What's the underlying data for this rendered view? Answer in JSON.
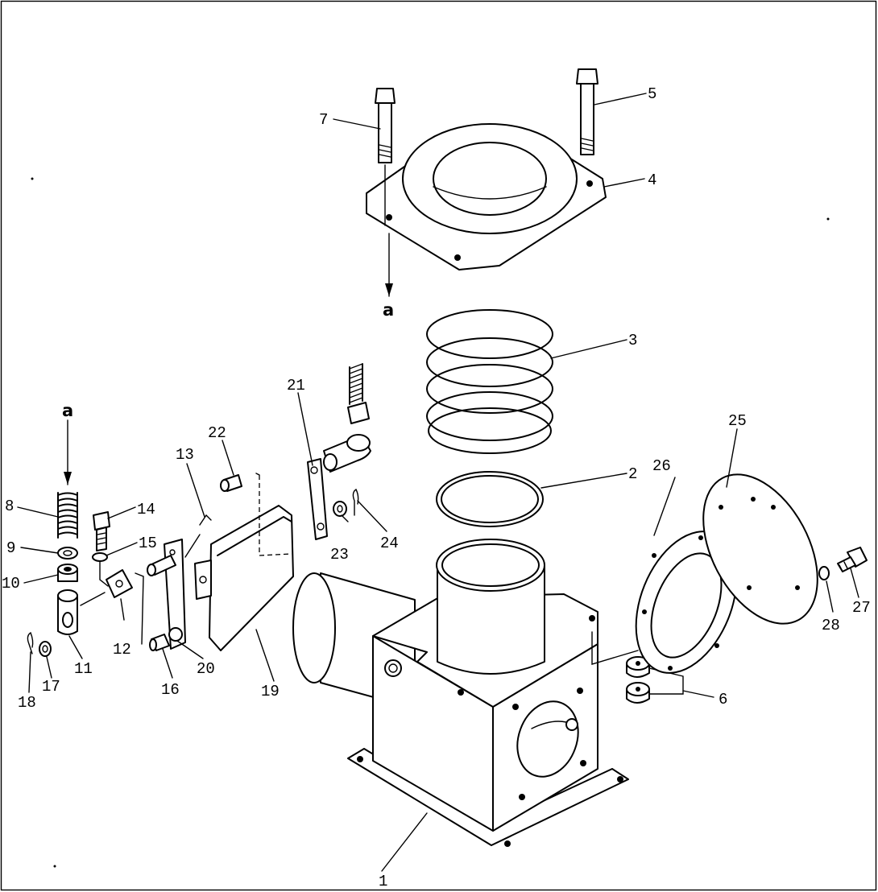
{
  "parts": [
    {
      "id": "p1",
      "label": "1"
    },
    {
      "id": "p2",
      "label": "2"
    },
    {
      "id": "p3",
      "label": "3"
    },
    {
      "id": "p4",
      "label": "4"
    },
    {
      "id": "p5",
      "label": "5"
    },
    {
      "id": "p6",
      "label": "6"
    },
    {
      "id": "p7",
      "label": "7"
    },
    {
      "id": "p8",
      "label": "8"
    },
    {
      "id": "p9",
      "label": "9"
    },
    {
      "id": "p10",
      "label": "10"
    },
    {
      "id": "p11",
      "label": "11"
    },
    {
      "id": "p12",
      "label": "12"
    },
    {
      "id": "p13",
      "label": "13"
    },
    {
      "id": "p14",
      "label": "14"
    },
    {
      "id": "p15",
      "label": "15"
    },
    {
      "id": "p16",
      "label": "16"
    },
    {
      "id": "p17",
      "label": "17"
    },
    {
      "id": "p18",
      "label": "18"
    },
    {
      "id": "p19",
      "label": "19"
    },
    {
      "id": "p20",
      "label": "20"
    },
    {
      "id": "p21",
      "label": "21"
    },
    {
      "id": "p22",
      "label": "22"
    },
    {
      "id": "p23",
      "label": "23"
    },
    {
      "id": "p24",
      "label": "24"
    },
    {
      "id": "p25",
      "label": "25"
    },
    {
      "id": "p26",
      "label": "26"
    },
    {
      "id": "p27",
      "label": "27"
    },
    {
      "id": "p28",
      "label": "28"
    }
  ],
  "connection_marks": {
    "top": "a",
    "left": "a"
  }
}
